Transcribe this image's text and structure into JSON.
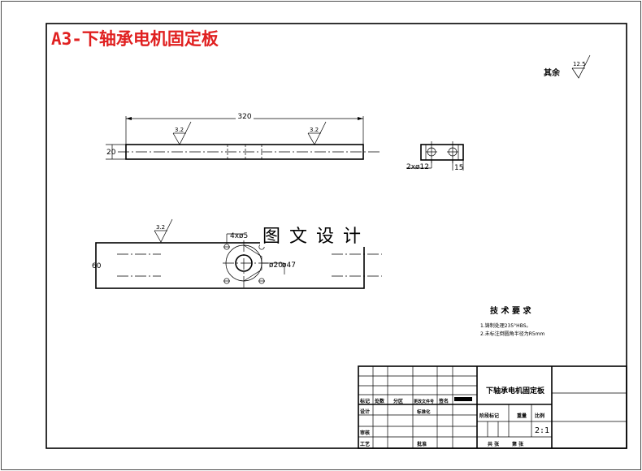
{
  "header": {
    "title": "A3-下轴承电机固定板"
  },
  "surface": {
    "label": "其余",
    "value": "12.5"
  },
  "front_view": {
    "length_dim": "320",
    "thickness_dim": "20",
    "roughness_left": "3.2",
    "roughness_right": "3.2"
  },
  "side_view": {
    "holes_dim": "2xø12",
    "width_dim": "15"
  },
  "top_view": {
    "width_dim": "60",
    "roughness": "3.2",
    "small_holes_dim": "4xø5",
    "bore_dim": "ø20",
    "outer_dim": "ø47"
  },
  "watermark": "图 文 设 计",
  "tech": {
    "heading": "技 术 要 求",
    "line1": "1.铸制处理235°HBS。",
    "line2": "2.未标注倒圆角半径为R5mm"
  },
  "title_block": {
    "part_name": "下轴承电机固定板",
    "labels": {
      "mark": "标记",
      "count": "处数",
      "zone": "分区",
      "doc_no": "更改文件号",
      "sign": "签名",
      "design": "设计",
      "standard": "标准化",
      "review": "审核",
      "process": "工艺",
      "approve": "批准",
      "stage_mark": "阶段标记",
      "weight": "重量",
      "scale": "比例",
      "sheets_total": "共 张",
      "sheet_no": "第 张"
    },
    "scale_value": "2:1"
  }
}
